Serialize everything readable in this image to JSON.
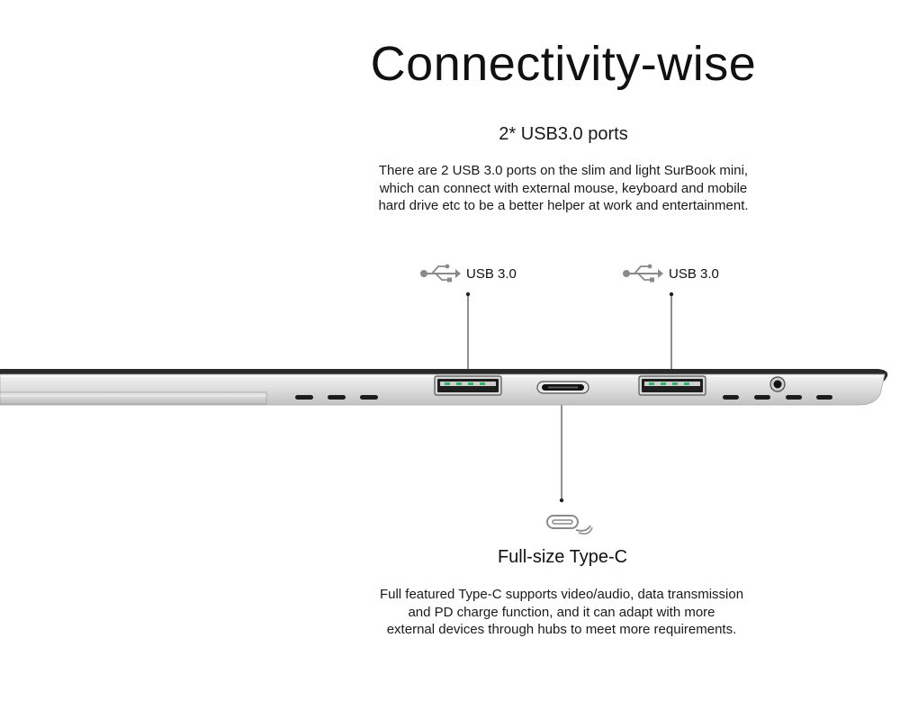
{
  "heading": {
    "title": "Connectivity-wise",
    "subtitle": "2* USB3.0 ports",
    "description_lines": [
      "There are 2 USB 3.0 ports on the slim and light SurBook mini,",
      "which can connect with external mouse, keyboard and mobile",
      "hard drive etc to be a better helper at work and entertainment."
    ]
  },
  "usb_ports": [
    {
      "label": "USB 3.0",
      "icon": "usb-icon"
    },
    {
      "label": "USB 3.0",
      "icon": "usb-icon"
    }
  ],
  "typec": {
    "icon": "type-c-connector-icon",
    "title": "Full-size Type-C",
    "description_lines": [
      "Full featured Type-C supports video/audio, data transmission",
      "and PD charge function, and it can adapt with more",
      "external devices through hubs to meet more requirements."
    ]
  },
  "colors": {
    "text": "#111111",
    "device_silver": "#d9d9d9",
    "device_dark": "#2a2a2a",
    "port_led_green": "#2fb36a",
    "icon_gray": "#8a8a8a"
  }
}
